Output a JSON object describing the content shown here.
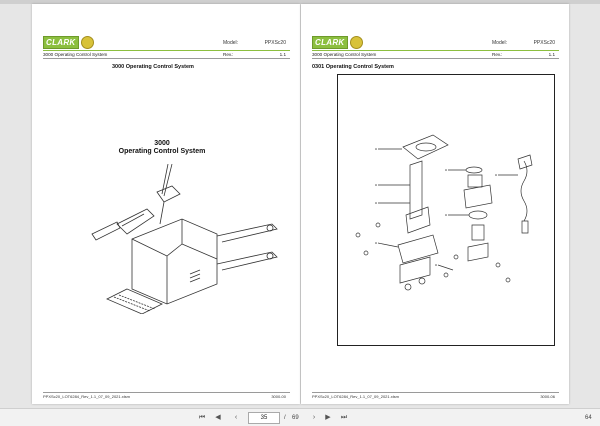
{
  "brand": {
    "logo_text": "CLARK",
    "green": "#8cbf3f",
    "seal_color": "#d8c23a"
  },
  "pages": [
    {
      "model_label": "Model:",
      "model_value": "PPXSc20",
      "section": "3000 Operating Control System",
      "rev_label": "Rev.:",
      "rev_value": "1.1",
      "heading": "3000 Operating Control System",
      "callout_line1": "3000",
      "callout_line2": "Operating Control System",
      "footer_file": "PPXSc20_LOT6284_Rev_1.1_07_09_2021.xlsm",
      "footer_page": "3000-00"
    },
    {
      "model_label": "Model:",
      "model_value": "PPXSc20",
      "section": "3000 Operating Control System",
      "rev_label": "Rev.:",
      "rev_value": "1.1",
      "heading": "0301 Operating Control System",
      "footer_file": "PPXSc20_LOT6284_Rev_1.1_07_09_2021.xlsm",
      "footer_page": "3000-06"
    }
  ],
  "toolbar": {
    "first_icon": "first-page-icon",
    "prev_icon": "prev-page-icon",
    "next_icon": "next-page-icon",
    "last_icon": "last-page-icon",
    "current_page": "35",
    "separator": "/",
    "total_pages": "69",
    "zoom": "64"
  }
}
